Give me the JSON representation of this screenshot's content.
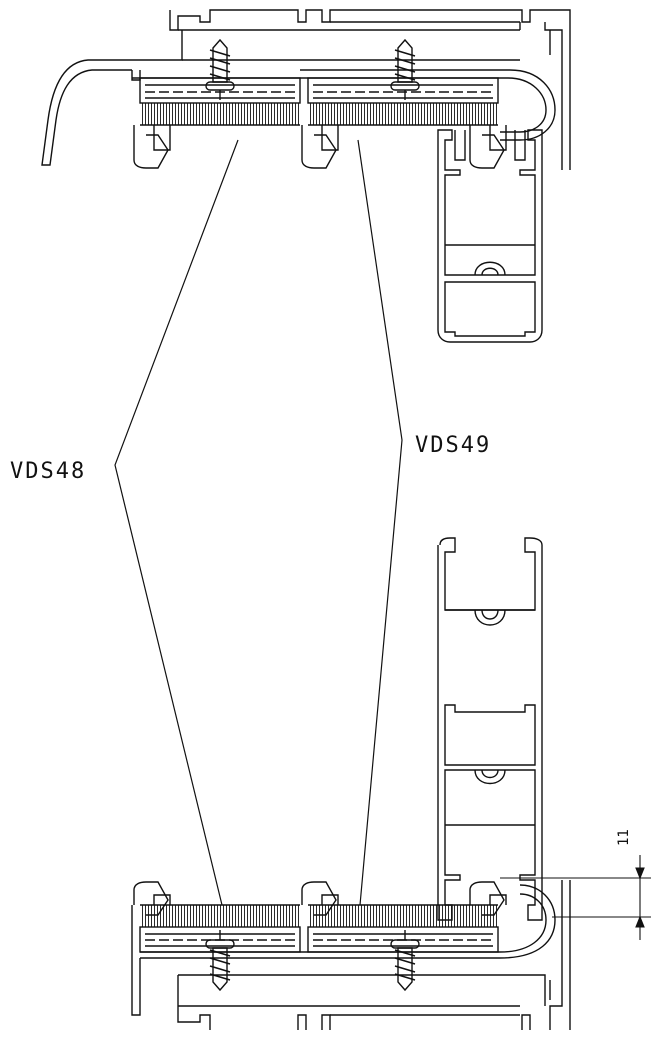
{
  "labels": {
    "left_seal": "VDS48",
    "right_seal": "VDS49",
    "dimension": "11"
  },
  "colors": {
    "line": "#111111",
    "background": "#ffffff"
  }
}
